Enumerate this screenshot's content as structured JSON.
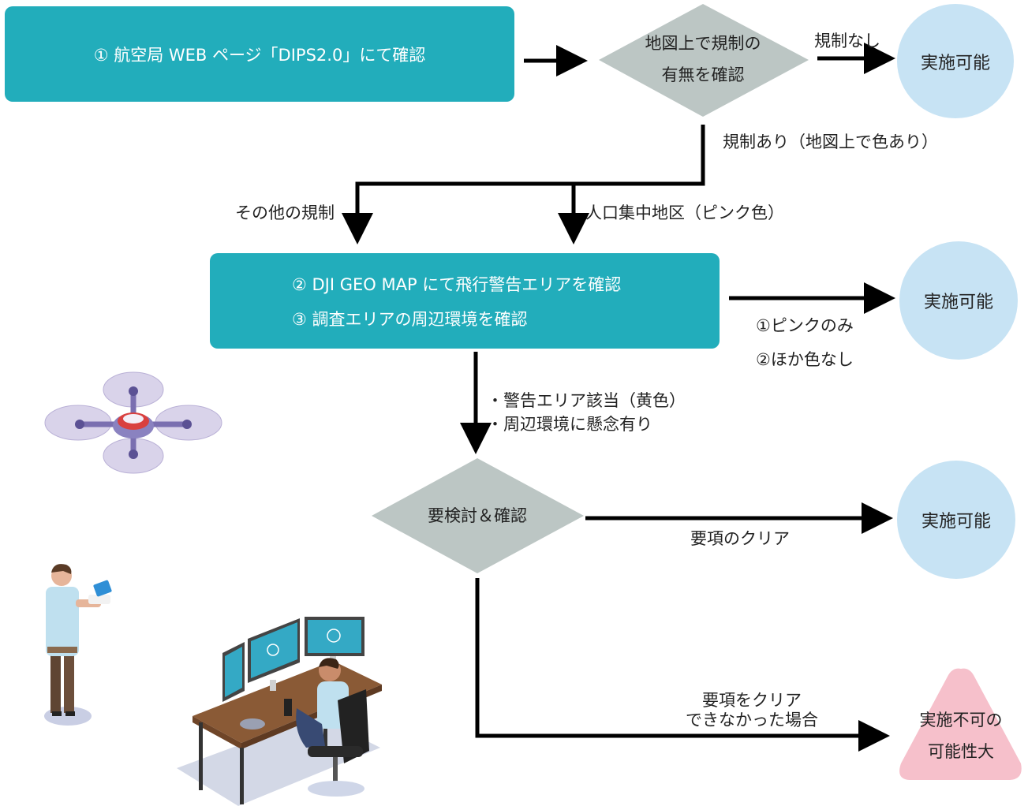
{
  "step1": {
    "label": "① 航空局 WEB ページ「DIPS2.0」にて確認"
  },
  "decision1": {
    "line1": "地図上で規制の",
    "line2": "有無を確認"
  },
  "labels": {
    "no_regulation": "規制なし",
    "regulated": "規制あり（地図上で色あり）",
    "other_regulation": "その他の規制",
    "did": "人口集中地区（ピンク色）",
    "pink_only": "①ピンクのみ",
    "no_other_color": "②ほか色なし",
    "warning_area": "・警告エリア該当（黄色）",
    "env_concern": "・周辺環境に懸念有り",
    "clear": "要項のクリア",
    "not_clear_1": "要項をクリア",
    "not_clear_2": "できなかった場合"
  },
  "step23": {
    "line2": "② DJI GEO MAP にて飛行警告エリアを確認",
    "line3": "③ 調査エリアの周辺環境を確認"
  },
  "decision2": {
    "label": "要検討＆確認"
  },
  "outcomes": {
    "ok1": "実施可能",
    "ok2": "実施可能",
    "ok3": "実施可能",
    "ng_line1": "実施不可の",
    "ng_line2": "可能性大"
  },
  "colors": {
    "box": "#22adbb",
    "diamond": "#bcc6c4",
    "circle": "#c7e3f4",
    "triangle": "#f6c0cb",
    "arrow": "#000000"
  },
  "illustrations": [
    "drone-icon",
    "pilot-with-controller",
    "operator-at-desk"
  ]
}
